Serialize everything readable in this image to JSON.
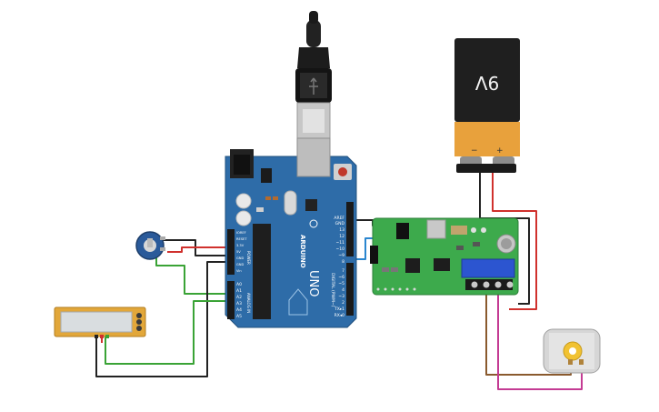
{
  "battery": {
    "label": "9V",
    "neg": "−",
    "pos": "+"
  },
  "arduino": {
    "brand": "ARDUINO",
    "model": "UNO",
    "power_header": "POWER",
    "analog_header": "ANALOG IN",
    "digital_header": "DIGITAL (PWM~)",
    "power_pins": [
      "IOREF",
      "RESET",
      "3.3V",
      "5V",
      "GND",
      "GND",
      "Vin"
    ],
    "analog_pins": [
      "A0",
      "A1",
      "A2",
      "A3",
      "A4",
      "A5"
    ],
    "digital_pins_upper": [
      "AREF",
      "GND",
      "13",
      "12",
      "~11",
      "~10",
      "~9",
      "8"
    ],
    "digital_pins_lower": [
      "7",
      "~6",
      "~5",
      "4",
      "~3",
      "2",
      "TX▸1",
      "RX◂0"
    ]
  },
  "colors": {
    "background": "#ffffff",
    "arduino_board": "#2e6ca8",
    "driver_board": "#3daa4c",
    "wire_black": "#222222",
    "wire_red": "#d0312d",
    "wire_green": "#3aa336",
    "wire_blue": "#2a86cf",
    "wire_brown": "#8a5a2e",
    "wire_magenta": "#c43b93",
    "battery_orange": "#e8a13c",
    "lcd_frame": "#e2a73a"
  },
  "components": [
    "usb-cable",
    "9v-battery",
    "arduino-uno",
    "potentiometer",
    "lcd-display",
    "motor-driver-board",
    "dc-motor"
  ]
}
